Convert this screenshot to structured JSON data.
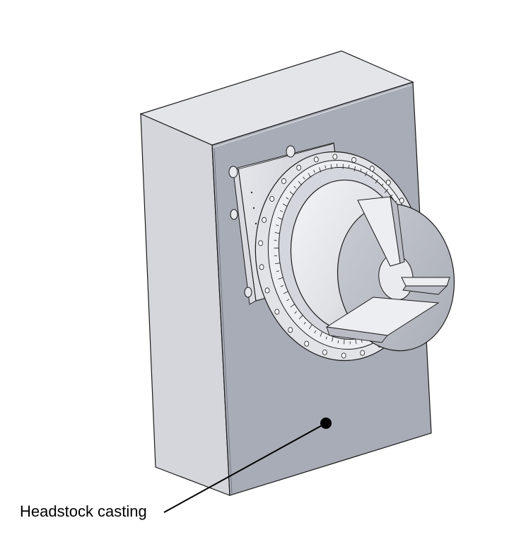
{
  "figure": {
    "callouts": [
      {
        "label": "Headstock casting"
      }
    ]
  },
  "colors": {
    "front_face": "#a8acb6",
    "left_face": "#d4d6db",
    "top_face": "#e3e5e9",
    "edge": "#1a1a1a",
    "chuck_light": "#e6e8ec",
    "chuck_mid": "#c4c7ce",
    "chuck_dark": "#9a9ea8",
    "leader": "#000000"
  },
  "icons": [
    "headstock-casting",
    "faceplate",
    "rotary-scale-ring",
    "three-jaw-chuck"
  ]
}
